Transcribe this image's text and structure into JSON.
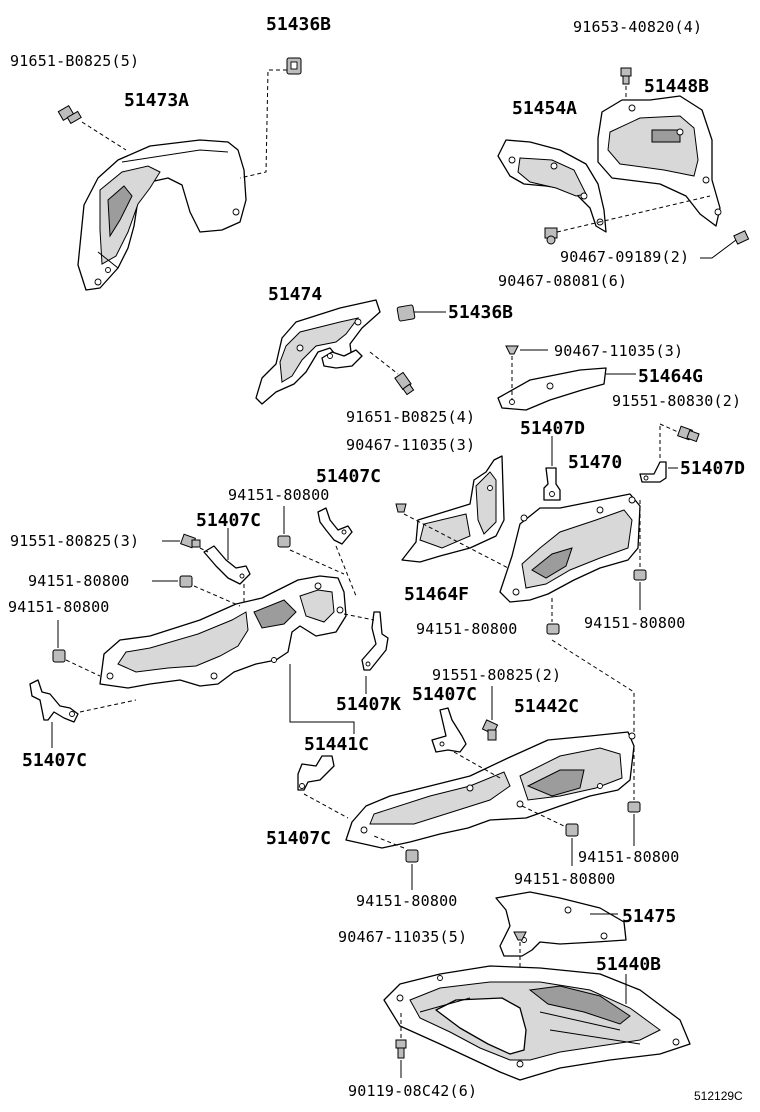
{
  "diagram": {
    "labels": {
      "p51436B_top": "51436B",
      "p91651_top": "91651-B0825(5)",
      "p51473A": "51473A",
      "p91653": "91653-40820(4)",
      "p51448B": "51448B",
      "p51454A": "51454A",
      "p90467_09189": "90467-09189(2)",
      "p90467_08081": "90467-08081(6)",
      "p51474": "51474",
      "p51436B_mid": "51436B",
      "p91651_mid": "91651-B0825(4)",
      "p90467_11035_a": "90467-11035(3)",
      "p51464G": "51464G",
      "p91551_80830": "91551-80830(2)",
      "p90467_11035_b": "90467-11035(3)",
      "p51407D_a": "51407D",
      "p51470": "51470",
      "p51407D_b": "51407D",
      "p51407C_a": "51407C",
      "p94151_a": "94151-80800",
      "p51407C_b": "51407C",
      "p91551_80825_a": "91551-80825(3)",
      "p94151_b": "94151-80800",
      "p94151_c": "94151-80800",
      "p51464F": "51464F",
      "p94151_d": "94151-80800",
      "p94151_e": "94151-80800",
      "p51407K": "51407K",
      "p51441C": "51441C",
      "p51407C_c": "51407C",
      "p91551_80825_b": "91551-80825(2)",
      "p51407C_d": "51407C",
      "p51442C": "51442C",
      "p51407C_e": "51407C",
      "p94151_f": "94151-80800",
      "p94151_g": "94151-80800",
      "p94151_h": "94151-80800",
      "p51475": "51475",
      "p90467_11035_c": "90467-11035(5)",
      "p51440B": "51440B",
      "p90119": "90119-08C42(6)",
      "ref_code": "512129C"
    }
  }
}
